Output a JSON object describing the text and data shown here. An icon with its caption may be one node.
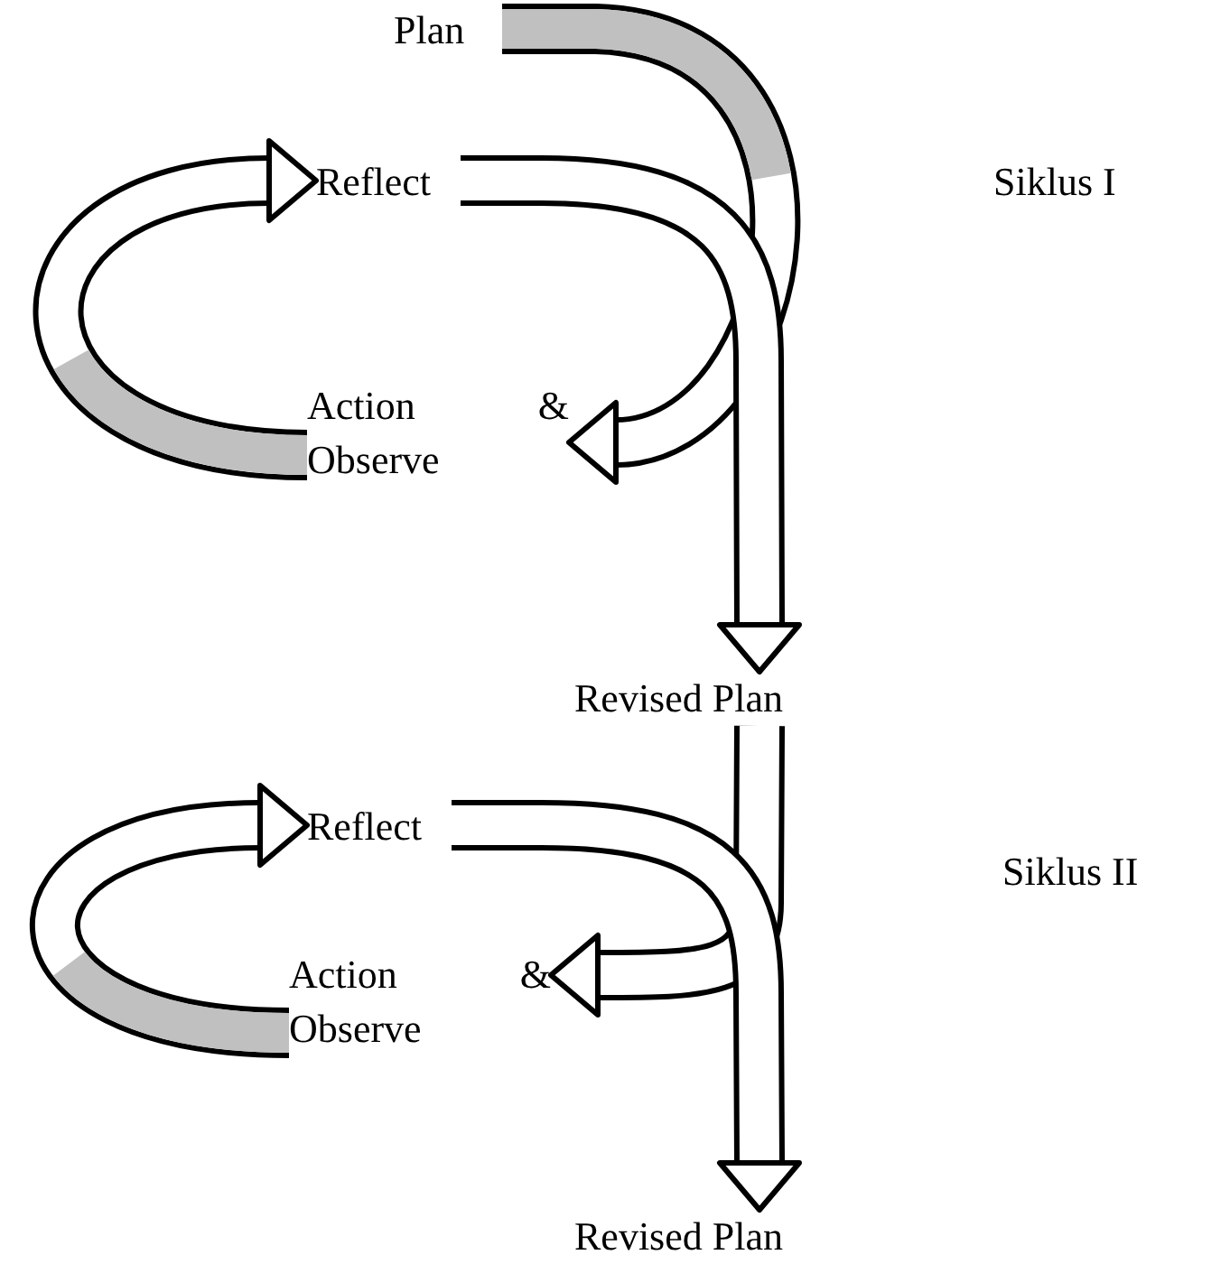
{
  "diagram": {
    "nodes": [
      {
        "text": [
          "Plan"
        ]
      },
      {
        "text": [
          "Reflect"
        ]
      },
      {
        "text": [
          "Action & Observe"
        ]
      },
      {
        "text": [
          "Revised Plan"
        ]
      },
      {
        "text": [
          "Reflect"
        ]
      },
      {
        "text": [
          "Action & Observe"
        ]
      },
      {
        "text": [
          "Revised Plan"
        ]
      }
    ],
    "edges": [
      {
        "from": 0,
        "to": 2,
        "arrow": "to"
      },
      {
        "from": 2,
        "to": 1,
        "arrow": "to"
      },
      {
        "from": 1,
        "to": 3,
        "arrow": "to"
      },
      {
        "from": 3,
        "to": 5,
        "arrow": "to"
      },
      {
        "from": 5,
        "to": 4,
        "arrow": "to"
      },
      {
        "from": 4,
        "to": 6,
        "arrow": "to"
      }
    ],
    "labels": [
      "Siklus I",
      "Siklus II"
    ]
  }
}
